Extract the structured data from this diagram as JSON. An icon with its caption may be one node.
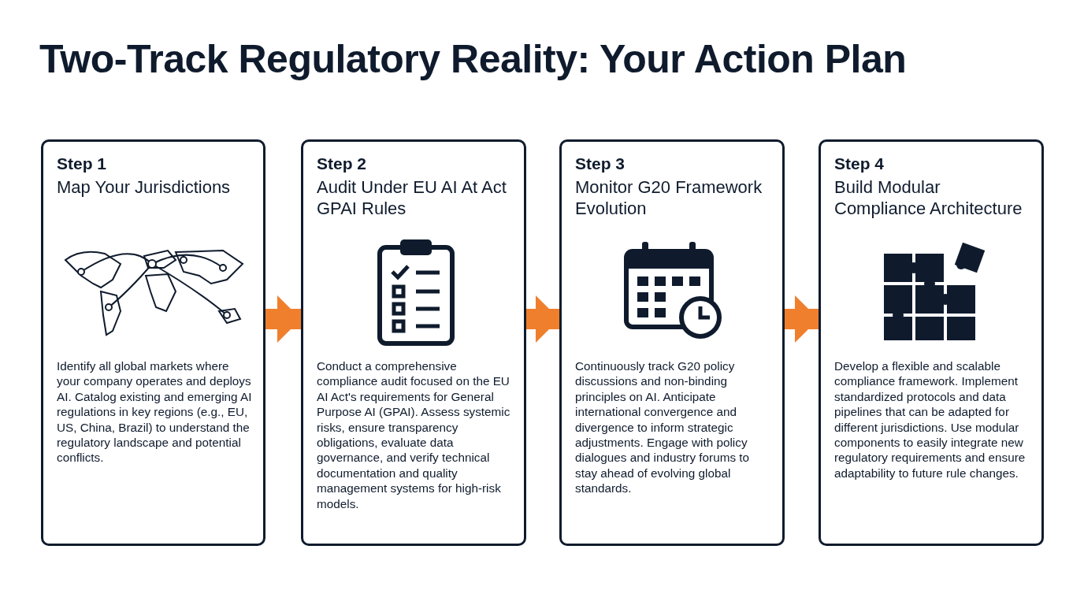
{
  "diagram": {
    "title": "Two-Track Regulatory Reality: Your Action Plan",
    "nodes": [
      {
        "text": [
          "Step 1",
          "Map Your Jurisdictions",
          "Identify all global markets where your company operates and deploys AI. Catalog existing and emerging AI regulations in key regions (e.g., EU, US, China, Brazil) to understand the regulatory landscape and potential conflicts."
        ]
      },
      {
        "text": [
          "Step 2",
          "Audit Under EU AI At Act GPAI Rules",
          "Conduct a comprehensive compliance audit focused on the EU AI Act's requirements for General Purpose AI (GPAI). Assess systemic risks, ensure transparency obligations, evaluate data governance, and verify technical documentation and quality management systems for high-risk models."
        ]
      },
      {
        "text": [
          "Step 3",
          "Monitor G20 Framework Evolution",
          "Continuously track G20 policy discussions and non-binding principles on AI. Anticipate international convergence and divergence to inform strategic adjustments. Engage with policy dialogues and industry forums to stay ahead of evolving global standards."
        ]
      },
      {
        "text": [
          "Step 4",
          "Build Modular Compliance Architecture",
          "Develop a flexible and scalable compliance framework. Implement standardized protocols and data pipelines that can be adapted for different jurisdictions. Use modular components to easily integrate new regulatory requirements and ensure adaptability to future rule changes."
        ]
      }
    ],
    "edges": [
      {
        "from": 0,
        "to": 1,
        "arrow": "to"
      },
      {
        "from": 1,
        "to": 2,
        "arrow": "to"
      },
      {
        "from": 2,
        "to": 3,
        "arrow": "to"
      }
    ]
  }
}
